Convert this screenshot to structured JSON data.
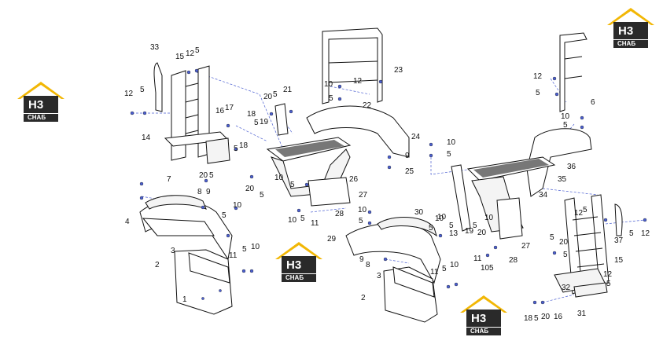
{
  "logo": {
    "letters": "H3",
    "word": "СНАБ",
    "colors": {
      "roof": "#f2b705",
      "body": "#2a2a2a",
      "text": "#ffffff"
    }
  },
  "callouts": [
    {
      "id": "c33a",
      "text": "33"
    },
    {
      "id": "c15a",
      "text": "15"
    },
    {
      "id": "c12a",
      "text": "12"
    },
    {
      "id": "c5a",
      "text": "5"
    },
    {
      "id": "c12b",
      "text": "12"
    },
    {
      "id": "c5b",
      "text": "5"
    },
    {
      "id": "c14a",
      "text": "14"
    },
    {
      "id": "c16a",
      "text": "16"
    },
    {
      "id": "c17a",
      "text": "17"
    },
    {
      "id": "c5c",
      "text": "5"
    },
    {
      "id": "c18a",
      "text": "18"
    },
    {
      "id": "c20a",
      "text": "20"
    },
    {
      "id": "c5d",
      "text": "5"
    },
    {
      "id": "c20b",
      "text": "20"
    },
    {
      "id": "c5e",
      "text": "5"
    },
    {
      "id": "c21a",
      "text": "21"
    },
    {
      "id": "c18b",
      "text": "18"
    },
    {
      "id": "c5f",
      "text": "5"
    },
    {
      "id": "c19a",
      "text": "19"
    },
    {
      "id": "c20c",
      "text": "20"
    },
    {
      "id": "c5g",
      "text": "5"
    },
    {
      "id": "c10a",
      "text": "10"
    },
    {
      "id": "c12c",
      "text": "12"
    },
    {
      "id": "c23a",
      "text": "23"
    },
    {
      "id": "c5h",
      "text": "5"
    },
    {
      "id": "c22a",
      "text": "22"
    },
    {
      "id": "c24a",
      "text": "24"
    },
    {
      "id": "c9a",
      "text": "9"
    },
    {
      "id": "c25a",
      "text": "25"
    },
    {
      "id": "c10b",
      "text": "10"
    },
    {
      "id": "c5i",
      "text": "5"
    },
    {
      "id": "c26a",
      "text": "26"
    },
    {
      "id": "c27a",
      "text": "27"
    },
    {
      "id": "c10c",
      "text": "10"
    },
    {
      "id": "c5j",
      "text": "5"
    },
    {
      "id": "c28a",
      "text": "28"
    },
    {
      "id": "c10d",
      "text": "10"
    },
    {
      "id": "c5k",
      "text": "5"
    },
    {
      "id": "c11a",
      "text": "11"
    },
    {
      "id": "c10e",
      "text": "10"
    },
    {
      "id": "c5l",
      "text": "5"
    },
    {
      "id": "c7a",
      "text": "7"
    },
    {
      "id": "c8a",
      "text": "8"
    },
    {
      "id": "c9b",
      "text": "9"
    },
    {
      "id": "c4a",
      "text": "4"
    },
    {
      "id": "c5m",
      "text": "5"
    },
    {
      "id": "c10f",
      "text": "10"
    },
    {
      "id": "c3a",
      "text": "3"
    },
    {
      "id": "c2a",
      "text": "2"
    },
    {
      "id": "c5n",
      "text": "5"
    },
    {
      "id": "c10g",
      "text": "10"
    },
    {
      "id": "c11b",
      "text": "11"
    },
    {
      "id": "c1a",
      "text": "1"
    },
    {
      "id": "c30a",
      "text": "30"
    },
    {
      "id": "c10h",
      "text": "10"
    },
    {
      "id": "c5o",
      "text": "5"
    },
    {
      "id": "c29a",
      "text": "29"
    },
    {
      "id": "c9c",
      "text": "9"
    },
    {
      "id": "c8b",
      "text": "8"
    },
    {
      "id": "c3b",
      "text": "3"
    },
    {
      "id": "c11c",
      "text": "11"
    },
    {
      "id": "c5p",
      "text": "5"
    },
    {
      "id": "c10i",
      "text": "10"
    },
    {
      "id": "c2b",
      "text": "2"
    },
    {
      "id": "c10j",
      "text": "10"
    },
    {
      "id": "c5q",
      "text": "5"
    },
    {
      "id": "c13a",
      "text": "13"
    },
    {
      "id": "c19b",
      "text": "19"
    },
    {
      "id": "c5r",
      "text": "5"
    },
    {
      "id": "c20d",
      "text": "20"
    },
    {
      "id": "c10k",
      "text": "10"
    },
    {
      "id": "c11d",
      "text": "11"
    },
    {
      "id": "c10l",
      "text": "10"
    },
    {
      "id": "c5s",
      "text": "5"
    },
    {
      "id": "c28b",
      "text": "28"
    },
    {
      "id": "c27b",
      "text": "27"
    },
    {
      "id": "c12d",
      "text": "12"
    },
    {
      "id": "c5t",
      "text": "5"
    },
    {
      "id": "c6a",
      "text": "6"
    },
    {
      "id": "c10m",
      "text": "10"
    },
    {
      "id": "c5u",
      "text": "5"
    },
    {
      "id": "c36a",
      "text": "36"
    },
    {
      "id": "c35a",
      "text": "35"
    },
    {
      "id": "c34a",
      "text": "34"
    },
    {
      "id": "c12e",
      "text": "12"
    },
    {
      "id": "c5v",
      "text": "5"
    },
    {
      "id": "c37a",
      "text": "37"
    },
    {
      "id": "c5w",
      "text": "5"
    },
    {
      "id": "c12f",
      "text": "12"
    },
    {
      "id": "c5x",
      "text": "5"
    },
    {
      "id": "c20e",
      "text": "20"
    },
    {
      "id": "c5y",
      "text": "5"
    },
    {
      "id": "c15b",
      "text": "15"
    },
    {
      "id": "c12g",
      "text": "12"
    },
    {
      "id": "c5z",
      "text": "5"
    },
    {
      "id": "c32a",
      "text": "32"
    },
    {
      "id": "c18c",
      "text": "18"
    },
    {
      "id": "c5aa",
      "text": "5"
    },
    {
      "id": "c20f",
      "text": "20"
    },
    {
      "id": "c16b",
      "text": "16"
    },
    {
      "id": "c31a",
      "text": "31"
    }
  ]
}
